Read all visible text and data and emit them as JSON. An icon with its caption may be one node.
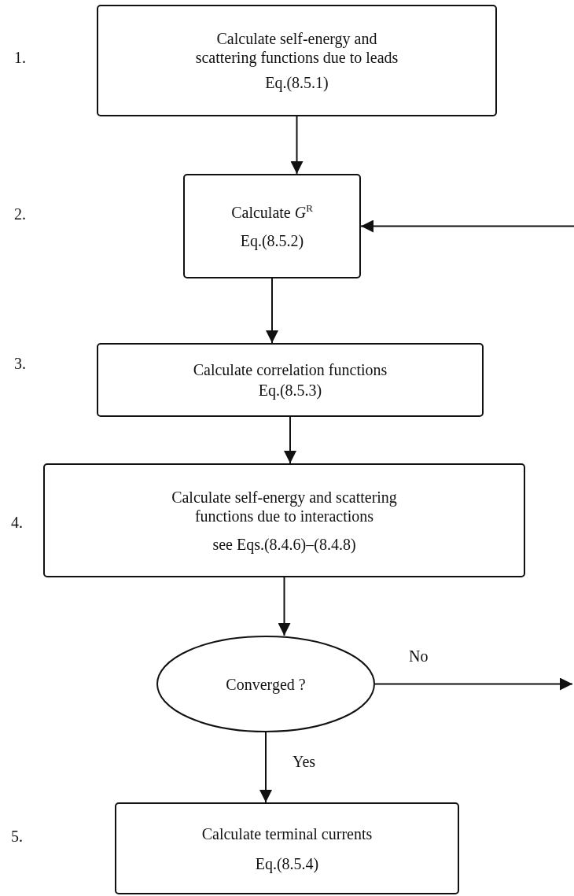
{
  "diagram": {
    "nodes": [
      {
        "text": [
          "Calculate self-energy and scattering functions due to leads",
          "Eq.(8.5.1)"
        ]
      },
      {
        "text": [
          "Calculate *G*$^{R}$",
          "Eq.(8.5.2)"
        ]
      },
      {
        "text": [
          "Calculate correlation functions",
          "Eq.(8.5.3)"
        ]
      },
      {
        "text": [
          "Calculate self-energy and scattering functions due to interactions",
          "see Eqs.(8.4.6)–(8.4.8)"
        ]
      },
      {
        "text": [
          "Converged ?"
        ]
      },
      {
        "text": [
          "Calculate terminal currents",
          "Eq.(8.5.4)"
        ]
      }
    ],
    "labels": [
      "1.",
      "2.",
      "3.",
      "4.",
      "5."
    ],
    "edges": [
      {
        "from": 0,
        "to": 1,
        "arrow": "to"
      },
      {
        "from": 1,
        "to": 2,
        "arrow": "to"
      },
      {
        "from": 2,
        "to": 3,
        "arrow": "to"
      },
      {
        "from": 3,
        "to": 4,
        "arrow": "to"
      },
      {
        "from": 4,
        "to": null,
        "label": "No",
        "arrow": "to"
      },
      {
        "from": null,
        "to": 1,
        "arrow": "to"
      },
      {
        "from": 4,
        "to": 5,
        "label": "Yes",
        "arrow": "to"
      }
    ]
  }
}
